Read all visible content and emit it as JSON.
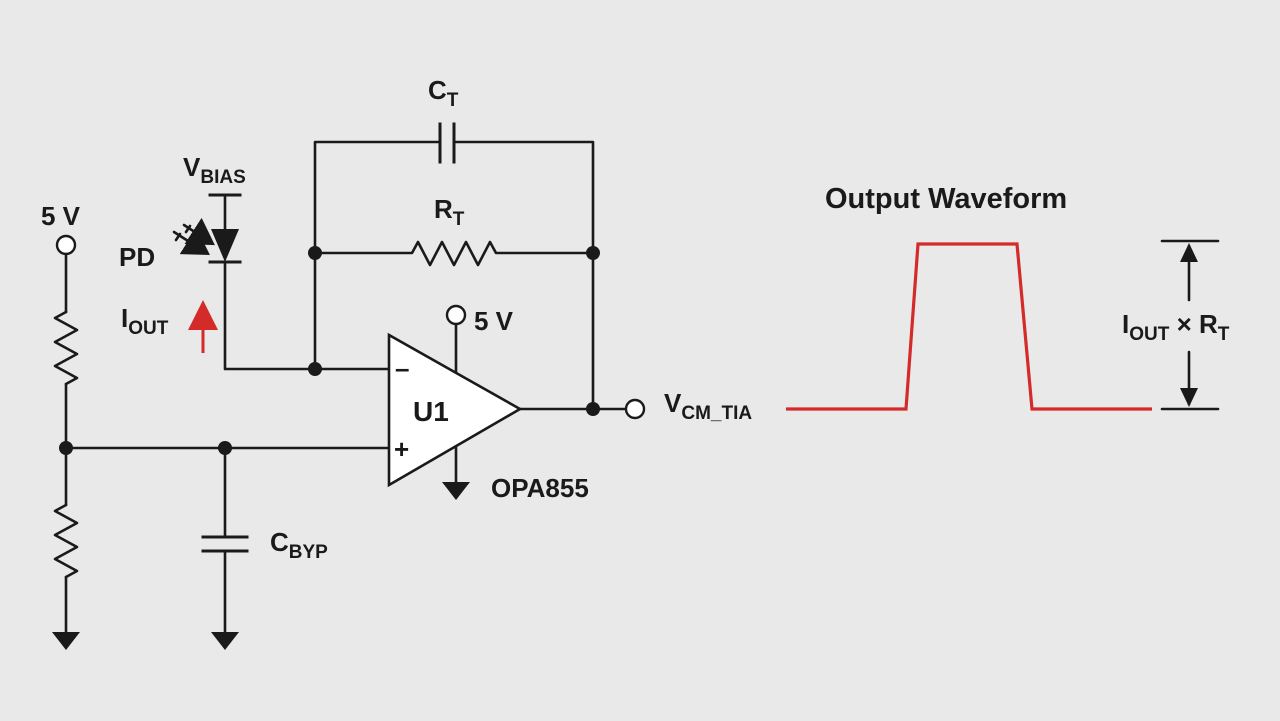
{
  "labels": {
    "supply_left": "5 V",
    "photodiode": "PD",
    "vbias_main": "V",
    "vbias_sub": "BIAS",
    "iout_main": "I",
    "iout_sub": "OUT",
    "ct_main": "C",
    "ct_sub": "T",
    "rt_main": "R",
    "rt_sub": "T",
    "opamp_supply": "5 V",
    "opamp_ref": "U1",
    "opamp_part": "OPA855",
    "opamp_minus": "–",
    "opamp_plus": "+",
    "cbyp_main": "C",
    "cbyp_sub": "BYP",
    "vout_main": "V",
    "vout_sub": "CM_TIA",
    "waveform_title": "Output Waveform",
    "amp_iout_main": "I",
    "amp_iout_sub": "OUT",
    "amp_times": " × ",
    "amp_rt_main": "R",
    "amp_rt_sub": "T"
  },
  "colors": {
    "wire": "#1a1a1a",
    "waveform": "#d42a2a",
    "current_arrow": "#d42a2a",
    "background": "#e9e9e9"
  }
}
